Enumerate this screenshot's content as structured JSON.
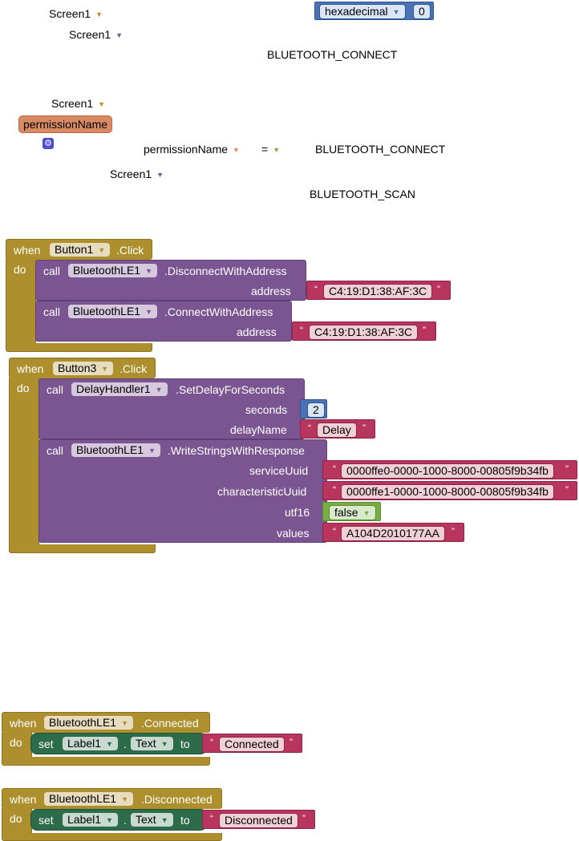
{
  "fragments": {
    "screen1_a": "Screen1",
    "screen1_b": "Screen1",
    "hex_dropdown": "hexadecimal",
    "hex_value": "0",
    "bt_connect_1": "BLUETOOTH_CONNECT",
    "screen1_c": "Screen1",
    "permission_name_param": "permissionName",
    "permission_name_getter": "permissionName",
    "equals": "=",
    "bt_connect_2": "BLUETOOTH_CONNECT",
    "screen1_d": "Screen1",
    "bt_scan": "BLUETOOTH_SCAN"
  },
  "block_button1": {
    "when": "when",
    "component": "Button1",
    "event": ".Click",
    "do": "do",
    "call1": {
      "call": "call",
      "component": "BluetoothLE1",
      "method": ".DisconnectWithAddress",
      "arg_label": "address",
      "arg_value": "C4:19:D1:38:AF:3C"
    },
    "call2": {
      "call": "call",
      "component": "BluetoothLE1",
      "method": ".ConnectWithAddress",
      "arg_label": "address",
      "arg_value": "C4:19:D1:38:AF:3C"
    }
  },
  "block_button3": {
    "when": "when",
    "component": "Button3",
    "event": ".Click",
    "do": "do",
    "call1": {
      "call": "call",
      "component": "DelayHandler1",
      "method": ".SetDelayForSeconds",
      "seconds_label": "seconds",
      "seconds_value": "2",
      "delayname_label": "delayName",
      "delayname_value": "Delay"
    },
    "call2": {
      "call": "call",
      "component": "BluetoothLE1",
      "method": ".WriteStringsWithResponse",
      "serviceuuid_label": "serviceUuid",
      "serviceuuid_value": "0000ffe0-0000-1000-8000-00805f9b34fb",
      "characteristicuuid_label": "characteristicUuid",
      "characteristicuuid_value": "0000ffe1-0000-1000-8000-00805f9b34fb",
      "utf16_label": "utf16",
      "utf16_value": "false",
      "values_label": "values",
      "values_value": "A104D2010177AA"
    }
  },
  "block_connected": {
    "when": "when",
    "component": "BluetoothLE1",
    "event": ".Connected",
    "do": "do",
    "set": "set",
    "target": "Label1",
    "dot": ".",
    "property": "Text",
    "to": "to",
    "value": "Connected"
  },
  "block_disconnected": {
    "when": "when",
    "component": "BluetoothLE1",
    "event": ".Disconnected",
    "do": "do",
    "set": "set",
    "target": "Label1",
    "dot": ".",
    "property": "Text",
    "to": "to",
    "value": "Disconnected"
  },
  "colors": {
    "event": "#ad902d",
    "procedure": "#7a5591",
    "text": "#b8355f",
    "math": "#4a72b5",
    "logic": "#77ad45",
    "setter": "#2d6c4a",
    "param": "#d98a63"
  },
  "dropdown_icon": "triangle-down-icon",
  "gear_icon": "gear-icon"
}
